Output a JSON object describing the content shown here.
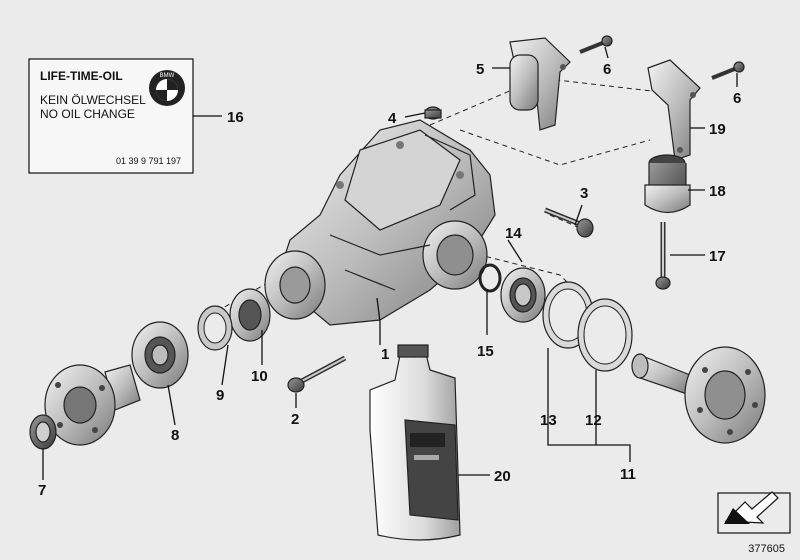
{
  "label_card": {
    "title": "LIFE-TIME-OIL",
    "line1": "KEIN ÖLWECHSEL",
    "line2": "NO OIL CHANGE",
    "part_number": "01 39 9 791 197",
    "logo_letters": "BMW"
  },
  "callouts": {
    "c1": "1",
    "c2": "2",
    "c3": "3",
    "c4": "4",
    "c5": "5",
    "c6a": "6",
    "c6b": "6",
    "c7": "7",
    "c8": "8",
    "c9": "9",
    "c10": "10",
    "c11": "11",
    "c12": "12",
    "c13": "13",
    "c14": "14",
    "c15": "15",
    "c16": "16",
    "c17": "17",
    "c18": "18",
    "c19": "19",
    "c20": "20"
  },
  "diagram_id": "377605",
  "colors": {
    "background": "#ebebeb",
    "line": "#111111",
    "part_fill": "#d9d9d9",
    "part_dark": "#555555"
  }
}
